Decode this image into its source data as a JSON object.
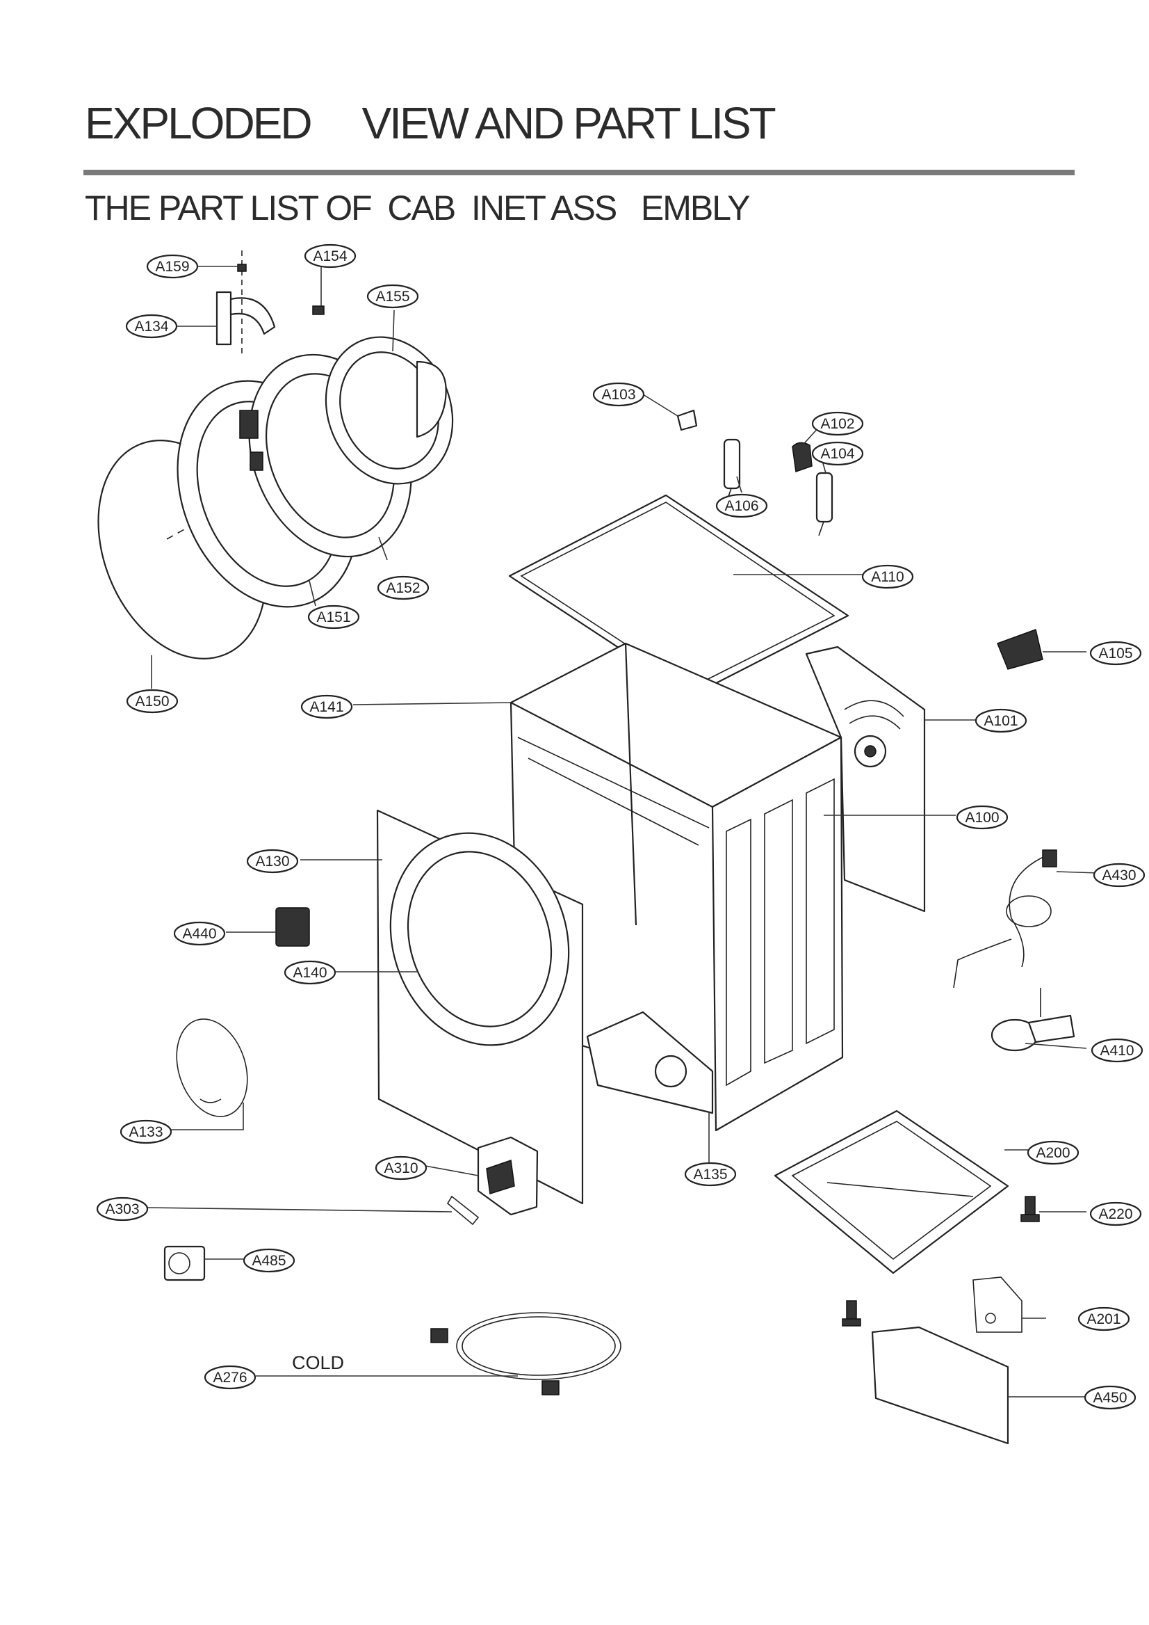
{
  "page": {
    "title": "EXPLODED     VIEW AND PART LIST",
    "subtitle": "THE PART LIST OF  CAB  INET ASS   EMBLY"
  },
  "callouts": [
    "A159",
    "A154",
    "A155",
    "A134",
    "A103",
    "A102",
    "A104",
    "A106",
    "A152",
    "A151",
    "A110",
    "A150",
    "A105",
    "A141",
    "A101",
    "A100",
    "A130",
    "A430",
    "A440",
    "A140",
    "A410",
    "A133",
    "A200",
    "A310",
    "A135",
    "A303",
    "A220",
    "A485",
    "A201",
    "A276",
    "A450"
  ],
  "hose_label": "COLD",
  "colors": {
    "ink": "#222222",
    "rule": "#7a7a7a",
    "paper": "#ffffff"
  }
}
